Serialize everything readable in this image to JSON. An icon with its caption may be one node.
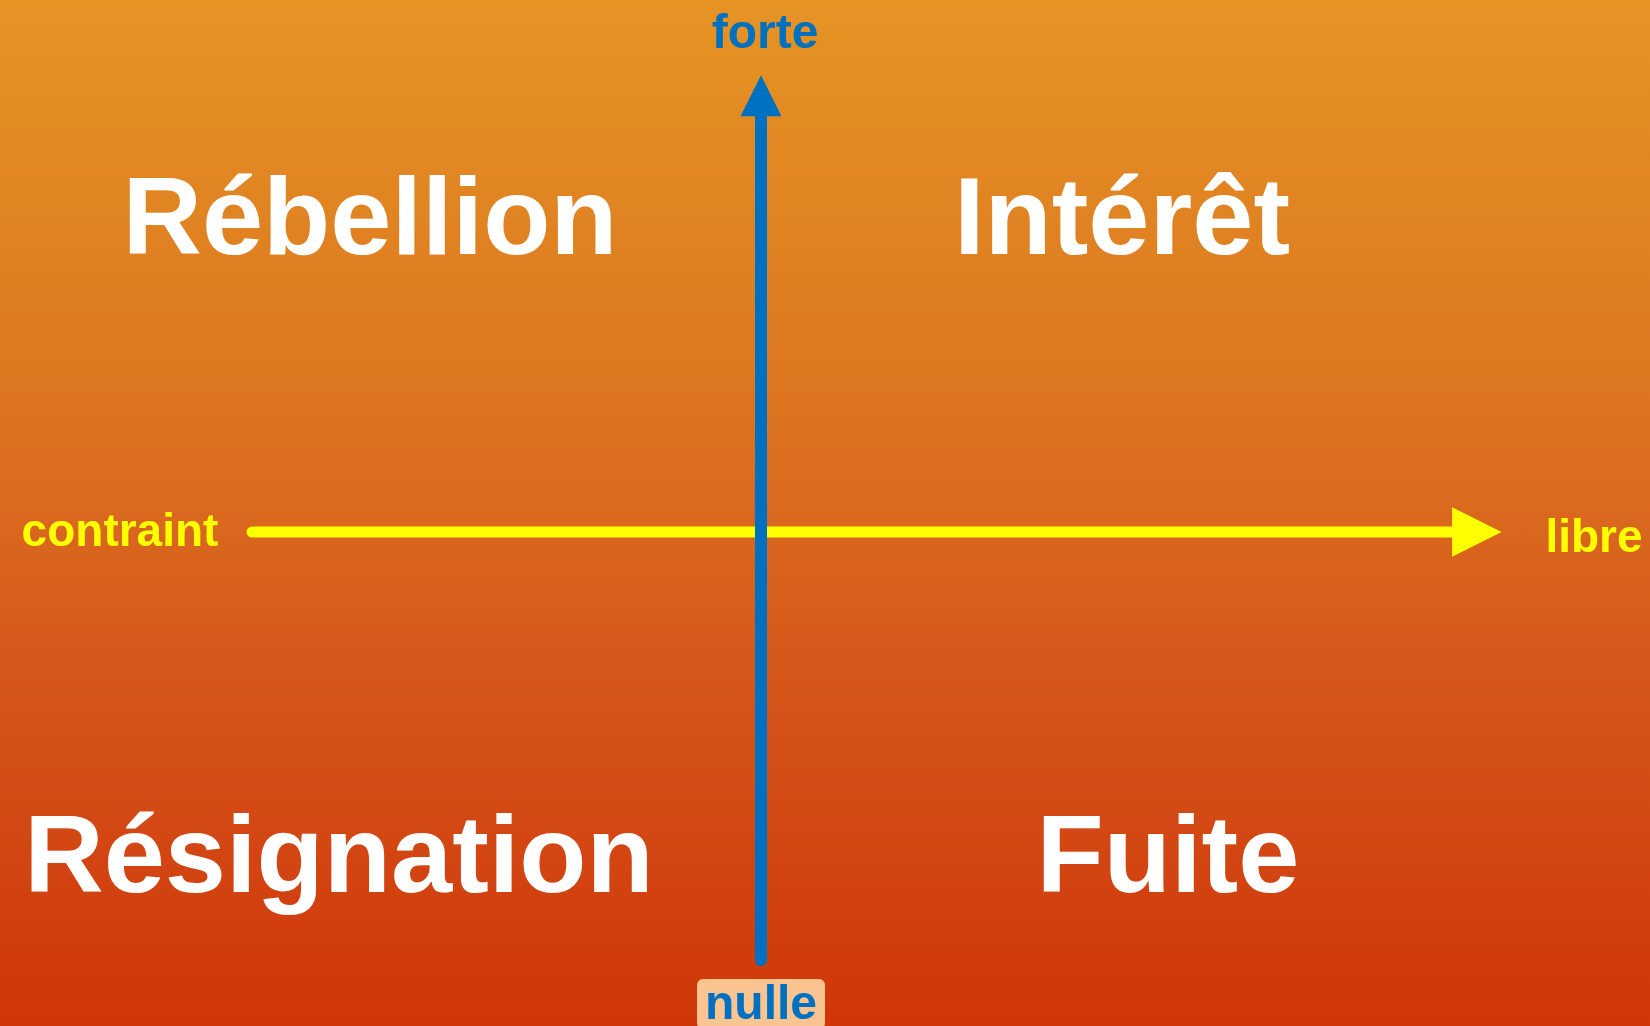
{
  "diagram": {
    "labels": [
      "forte",
      "Rébellion",
      "Intérêt",
      "contraint",
      "libre",
      "Résignation",
      "Fuite",
      "nulle"
    ]
  }
}
